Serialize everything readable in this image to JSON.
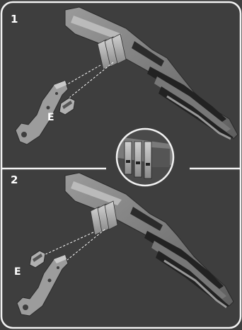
{
  "panels": [
    {
      "step": "1",
      "part_label": "E"
    },
    {
      "step": "2",
      "part_label": "E"
    }
  ],
  "colors": {
    "background": "#3e3e3e",
    "border": "#f2f2f2",
    "part_light": "#b5b5b5",
    "part_mid": "#8f8f8f",
    "part_dark": "#5a5a5a",
    "part_black": "#222222"
  }
}
